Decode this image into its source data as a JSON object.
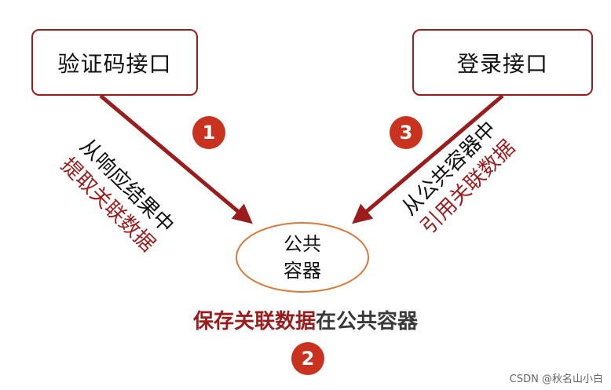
{
  "boxes": {
    "captcha_api": "验证码接口",
    "login_api": "登录接口"
  },
  "badges": {
    "step1": "1",
    "step2": "2",
    "step3": "3"
  },
  "left_label": {
    "line1": "从响应结果中",
    "line2": "提取关联数据"
  },
  "right_label": {
    "line1": "从公共容器中",
    "line2": "引用关联数据"
  },
  "container": {
    "line1": "公共",
    "line2": "容器"
  },
  "caption": {
    "highlight": "保存关联数据",
    "rest": "在公共容器"
  },
  "watermark": "CSDN @秋名山小白",
  "colors": {
    "accent_red": "#9b1c1c",
    "badge_red": "#c8321e",
    "ellipse_orange": "#d97a3a",
    "dark_text": "#111111",
    "caption_gray": "#3a3a3a"
  }
}
